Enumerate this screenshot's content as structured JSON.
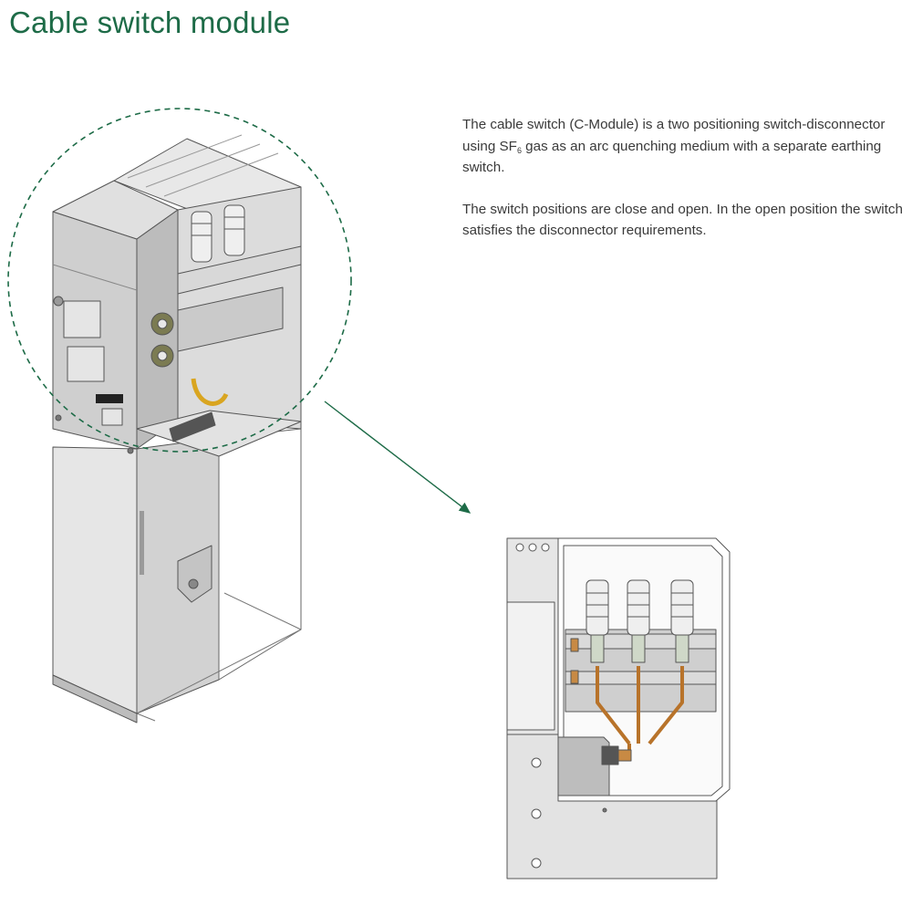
{
  "page": {
    "title": "Cable switch module",
    "paragraph1": {
      "before_sub": "The cable switch (C-Module) is a two positioning switch-disconnector using SF",
      "sub": "6",
      "after_sub": " gas as an arc quenching medium with a separate earthing switch."
    },
    "paragraph2": "The switch positions are close and open. In the open position the switch satisfies the disconnector requirements."
  },
  "colors": {
    "title": "#1d6b47",
    "accent_dashed": "#1d6b47",
    "text": "#3a3a3a"
  },
  "images": {
    "left": "switchgear-cabinet-isometric-illustration",
    "right": "cable-compartment-front-view-illustration"
  }
}
